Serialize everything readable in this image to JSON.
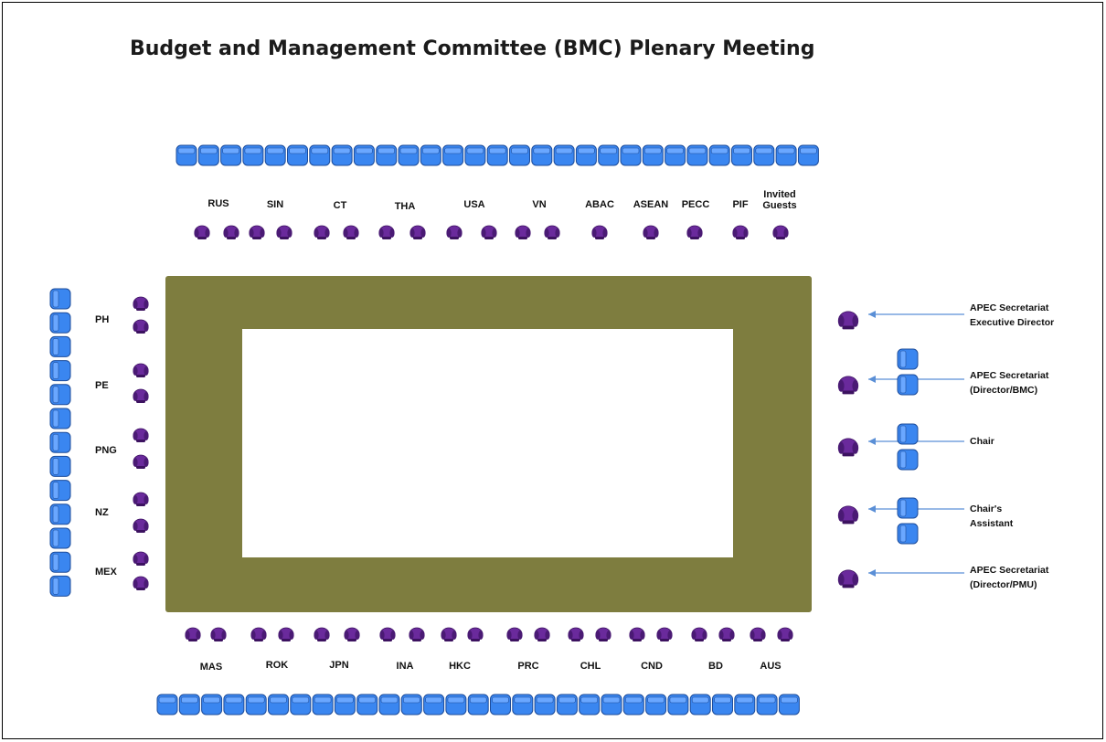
{
  "title": "Budget and Management Committee (BMC) Plenary Meeting",
  "top_delegations": [
    "RUS",
    "SIN",
    "CT",
    "THA",
    "USA",
    "VN",
    "ABAC",
    "ASEAN",
    "PECC",
    "PIF",
    "Invited Guests"
  ],
  "left_delegations": [
    "PH",
    "PE",
    "PNG",
    "NZ",
    "MEX"
  ],
  "bottom_delegations": [
    "MAS",
    "ROK",
    "JPN",
    "INA",
    "HKC",
    "PRC",
    "CHL",
    "CND",
    "BD",
    "AUS"
  ],
  "right_roles": [
    {
      "line1": "APEC Secretariat",
      "line2": "Executive Director"
    },
    {
      "line1": "APEC Secretariat",
      "line2": "(Director/BMC)"
    },
    {
      "line1": "Chair",
      "line2": ""
    },
    {
      "line1": "Chair's",
      "line2": "Assistant"
    },
    {
      "line1": "APEC Secretariat",
      "line2": "(Director/PMU)"
    }
  ],
  "colors": {
    "table": "#7e7d3f",
    "back_chair": "#3a86f0",
    "delegate_chair": "#6a2a9c",
    "arrow": "#5a8fd6"
  }
}
